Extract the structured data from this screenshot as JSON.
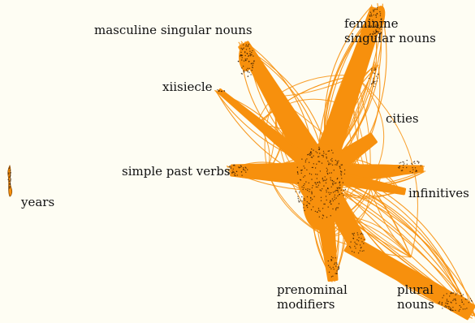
{
  "graph": {
    "edge_color": "#f7900d",
    "node_color": "#2b1400",
    "background": "#fefdf3",
    "labels": {
      "masculine": "masculine singular nouns",
      "feminine": [
        "feminine",
        "singular nouns"
      ],
      "xiisiecle": "xiisiecle",
      "cities": "cities",
      "simple_past": "simple past verbs",
      "infinitives": "infinitives",
      "years": "years",
      "prenominal": [
        "prenominal",
        "modifiers"
      ],
      "plural": [
        "plural",
        "nouns"
      ]
    }
  }
}
